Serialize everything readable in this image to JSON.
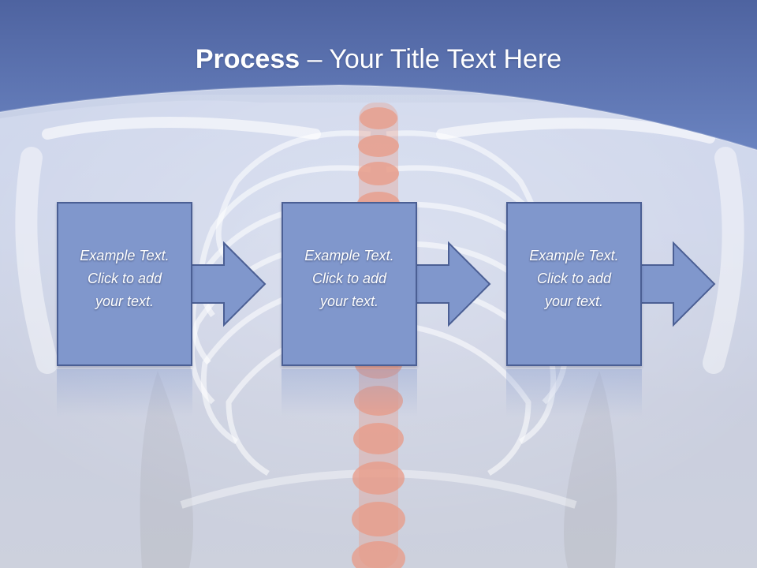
{
  "slide": {
    "title_bold": "Process",
    "title_rest": " – Your Title Text Here"
  },
  "steps": [
    {
      "text": "Example Text.\nClick  to add\nyour text."
    },
    {
      "text": "Example Text.\nClick  to add\nyour text."
    },
    {
      "text": "Example Text.\nClick  to add\nyour text."
    }
  ],
  "colors": {
    "header_blue": "#5c76b5",
    "box_fill": "#8097cc",
    "box_border": "#4b5f94",
    "spine": "#e89a86"
  },
  "icons": {
    "background": "skeleton-xray-illustration",
    "connector": "right-arrow-icon"
  }
}
